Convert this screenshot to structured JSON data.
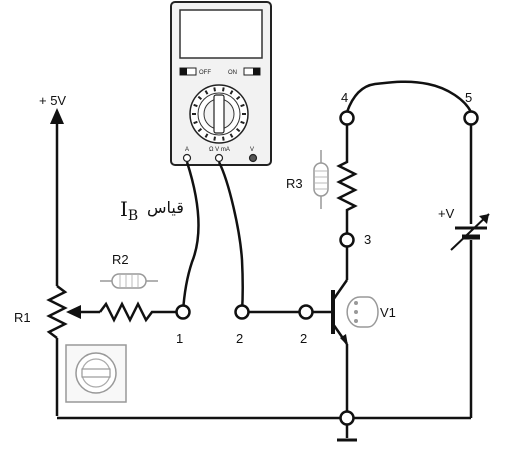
{
  "labels": {
    "supply_5v": "+ 5V",
    "r1": "R1",
    "r2": "R2",
    "r3": "R3",
    "v1": "V1",
    "vplus": "+V",
    "node1": "1",
    "node2a": "2",
    "node2b": "2",
    "node3": "3",
    "node4": "4",
    "node5": "5",
    "measure_arabic": "قياس",
    "measure_ib_main": "I",
    "measure_ib_sub": "B"
  },
  "meter": {
    "switch_left": "OFF",
    "switch_right": "ON",
    "jack_left": "A",
    "jack_mid": "Ω V mA",
    "jack_right": "V"
  },
  "colors": {
    "wire": "#111111",
    "component_outline": "#555555",
    "component_light": "#999999"
  }
}
